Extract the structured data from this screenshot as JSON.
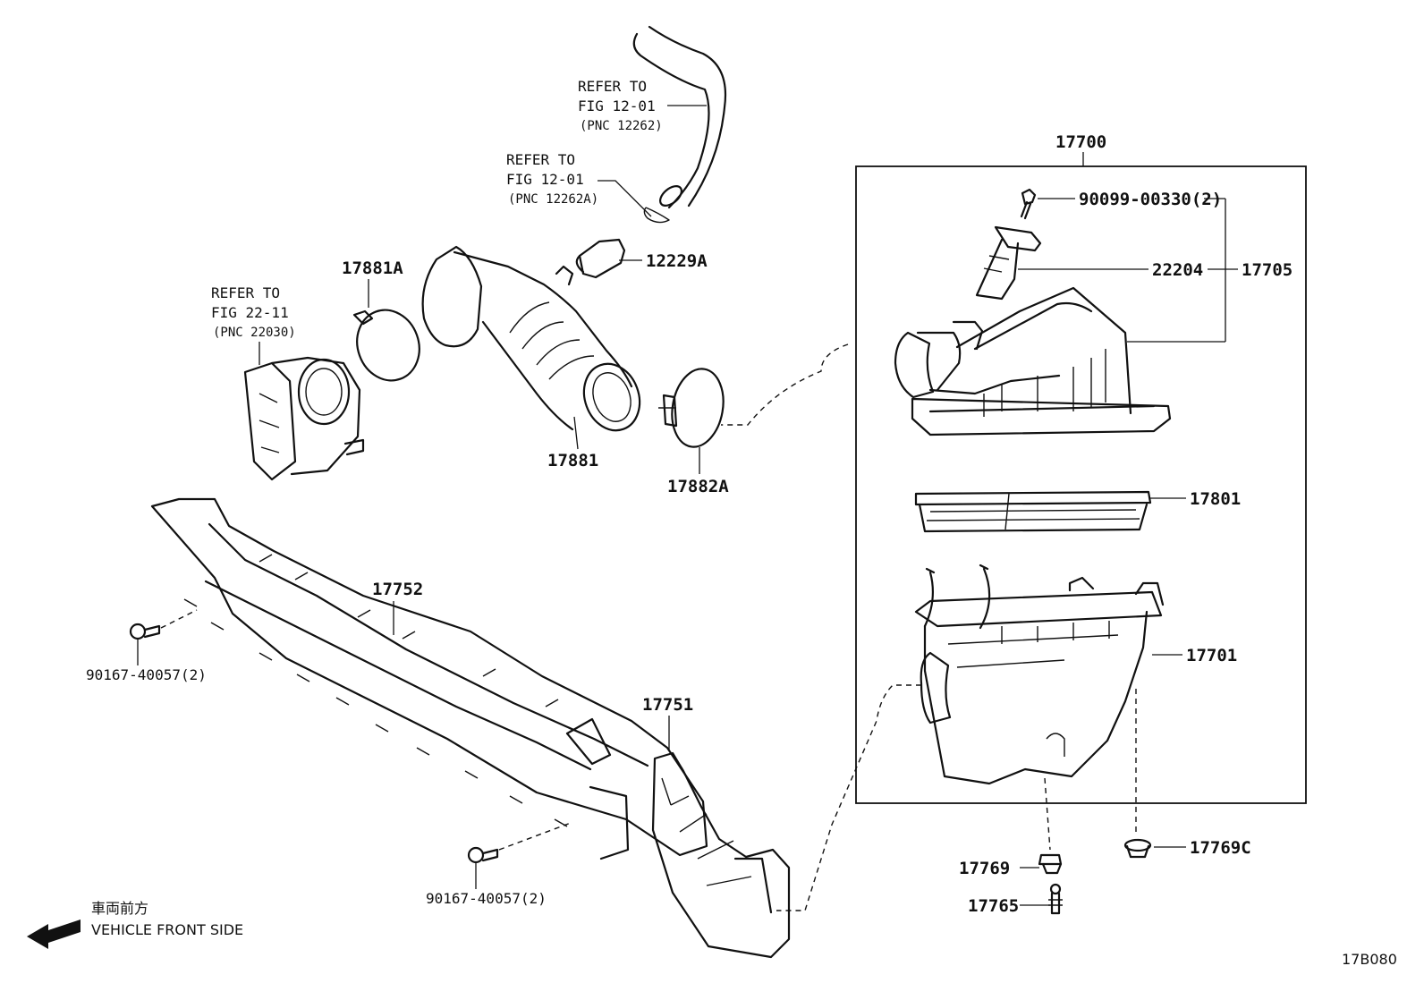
{
  "labels": {
    "p17700": "17700",
    "p90099": "90099-00330(2)",
    "p22204": "22204",
    "p17705": "17705",
    "p17801": "17801",
    "p17701": "17701",
    "p17769C": "17769C",
    "p17769": "17769",
    "p17765": "17765",
    "p17881A": "17881A",
    "p12229A": "12229A",
    "p17881": "17881",
    "p17882A": "17882A",
    "p17752": "17752",
    "p17751": "17751",
    "p90167_left": "90167-40057(2)",
    "p90167_bottom": "90167-40057(2)"
  },
  "refs": {
    "hose": {
      "line1": "REFER TO",
      "line2": "FIG 12-01",
      "line3": "(PNC 12262)"
    },
    "clip": {
      "line1": "REFER TO",
      "line2": "FIG 12-01",
      "line3": "(PNC 12262A)"
    },
    "throttle": {
      "line1": "REFER TO",
      "line2": "FIG 22-11",
      "line3": "(PNC 22030)"
    }
  },
  "direction": {
    "jp": "車両前方",
    "en": "VEHICLE FRONT SIDE",
    "icon": "arrow-left-icon"
  },
  "figure_id": "17B080"
}
